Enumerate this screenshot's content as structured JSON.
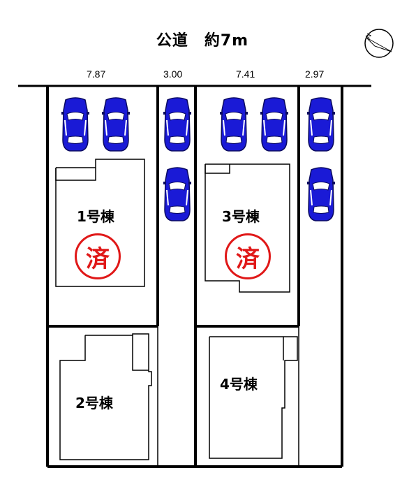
{
  "road": {
    "label": "公道　約7m"
  },
  "frontages": [
    "7.87",
    "3.00",
    "7.41",
    "2.97"
  ],
  "buildings": [
    {
      "label": "1号棟",
      "status": "済"
    },
    {
      "label": "2号棟"
    },
    {
      "label": "3号棟",
      "status": "済"
    },
    {
      "label": "4号棟"
    }
  ],
  "colors": {
    "car": "#1a1ad6",
    "sold_stamp": "#e01818",
    "lines": "#000000"
  },
  "icons": [
    "compass-north-icon",
    "car-icon"
  ],
  "parking_spaces": 8
}
